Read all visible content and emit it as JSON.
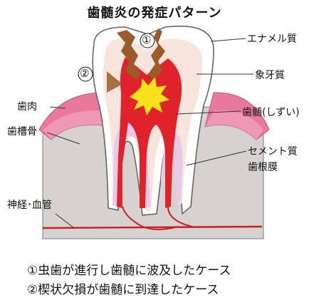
{
  "title": "歯髄炎の発症パターン",
  "markers": {
    "one": "①",
    "two": "②"
  },
  "labels": {
    "enamel": "エナメル質",
    "dentin": "象牙質",
    "pulp": "歯髄(しずい)",
    "gum": "歯肉",
    "alveolar_bone": "歯槽骨",
    "cementum": "セメント質",
    "periodontal_membrane": "歯根膜",
    "nerve_vessel": "神経･血管"
  },
  "captions": [
    "①虫歯が進行し歯髄に波及したケース",
    "②楔状欠損が歯髄に到達したケース"
  ],
  "colors": {
    "gum": "#e8789c",
    "bone": "#d6d2cf",
    "enamel": "#ffffff",
    "dentin": "#f7e4dc",
    "pulp": "#e0222b",
    "inflammation": "#f7e21b",
    "cavity": "#9a5a2a",
    "cementum": "#e9c9e6"
  }
}
